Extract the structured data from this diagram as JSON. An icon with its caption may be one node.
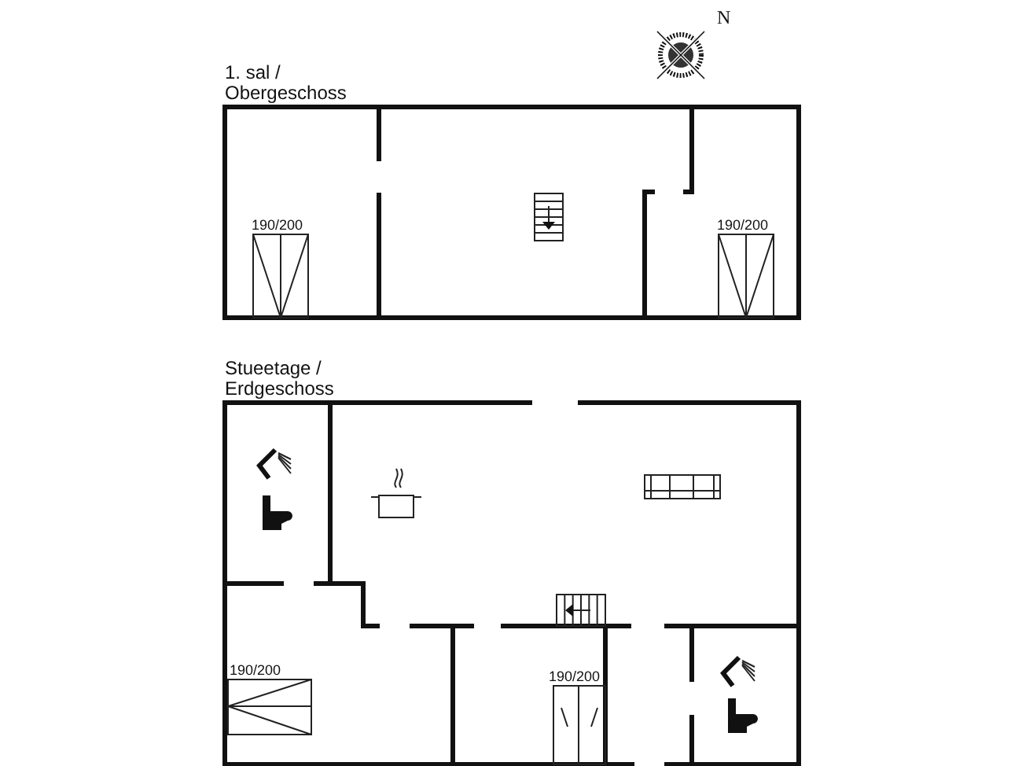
{
  "diagram": {
    "labels": [
      "N",
      "1. sal / Obergeschoss",
      "190/200",
      "190/200",
      "Stueetage / Erdgeschoss",
      "190/200",
      "190/200"
    ]
  }
}
